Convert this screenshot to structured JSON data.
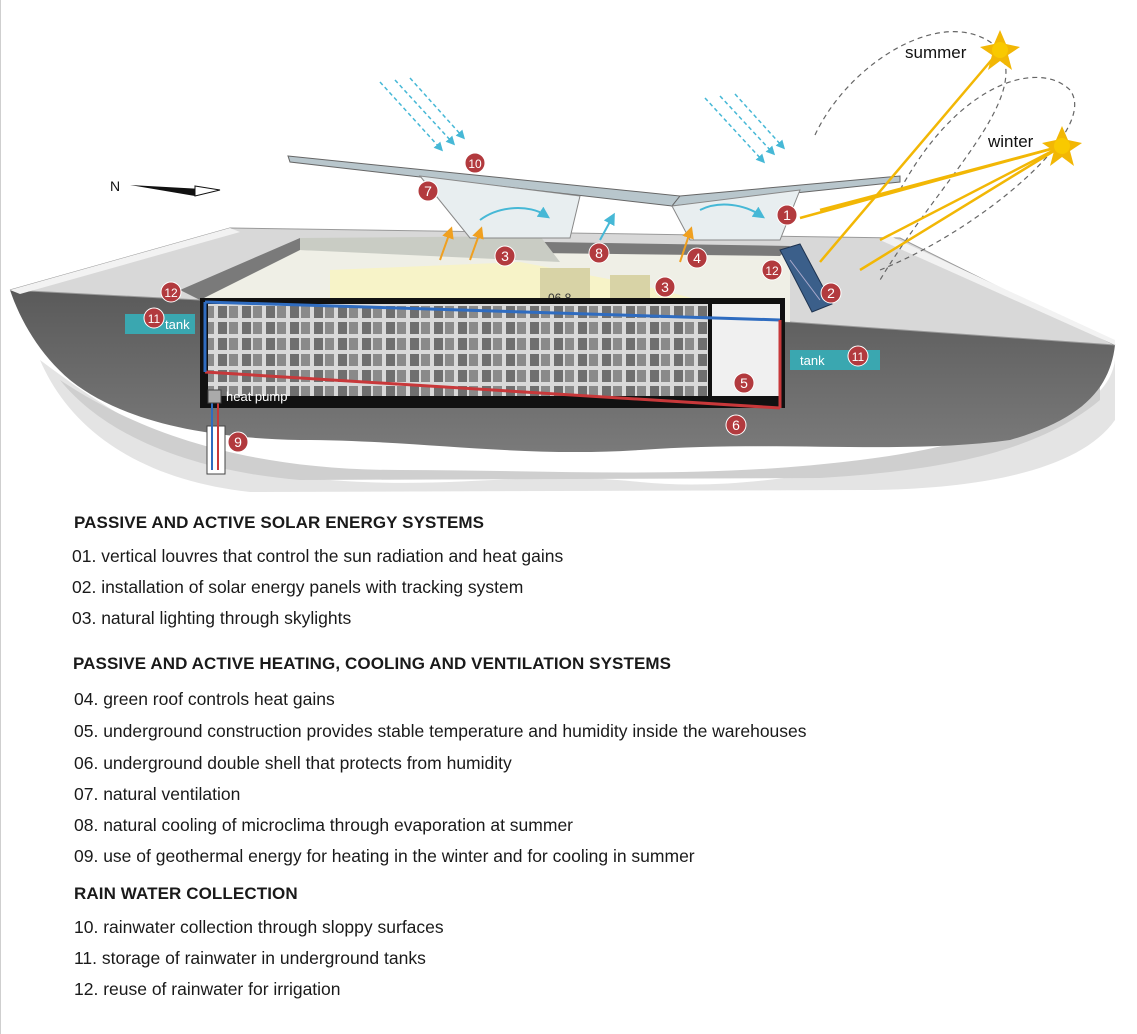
{
  "diagram": {
    "north_label": "N",
    "sun_summer_label": "summer",
    "sun_winter_label": "winter",
    "heat_pump_label": "heat pump",
    "tank_left_label": "tank",
    "tank_right_label": "tank",
    "markers": [
      "1",
      "2",
      "3",
      "3",
      "4",
      "5",
      "6",
      "7",
      "8",
      "9",
      "10",
      "11",
      "11",
      "12",
      "12"
    ],
    "marker_color": "#b23a3e",
    "sun_color": "#f2b705"
  },
  "sections": [
    {
      "title": "PASSIVE AND ACTIVE SOLAR ENERGY SYSTEMS",
      "items": [
        "01. vertical louvres that control the sun radiation and heat gains",
        "02. installation of solar energy panels with tracking system",
        "03. natural lighting through skylights"
      ]
    },
    {
      "title": "PASSIVE AND ACTIVE HEATING, COOLING AND VENTILATION SYSTEMS",
      "items": [
        "04. green roof controls heat gains",
        "05. underground construction  provides stable temperature and humidity inside the  warehouses",
        "06. underground double shell that protects from humidity",
        "07. natural ventilation",
        "08. natural cooling of microclima through evaporation at summer",
        "09. use of geothermal energy for heating in the winter and for cooling in summer"
      ]
    },
    {
      "title": "RAIN WATER COLLECTION",
      "items": [
        "10. rainwater collection through sloppy surfaces",
        "11. storage of rainwater in underground tanks",
        "12. reuse of rainwater for irrigation"
      ]
    }
  ]
}
